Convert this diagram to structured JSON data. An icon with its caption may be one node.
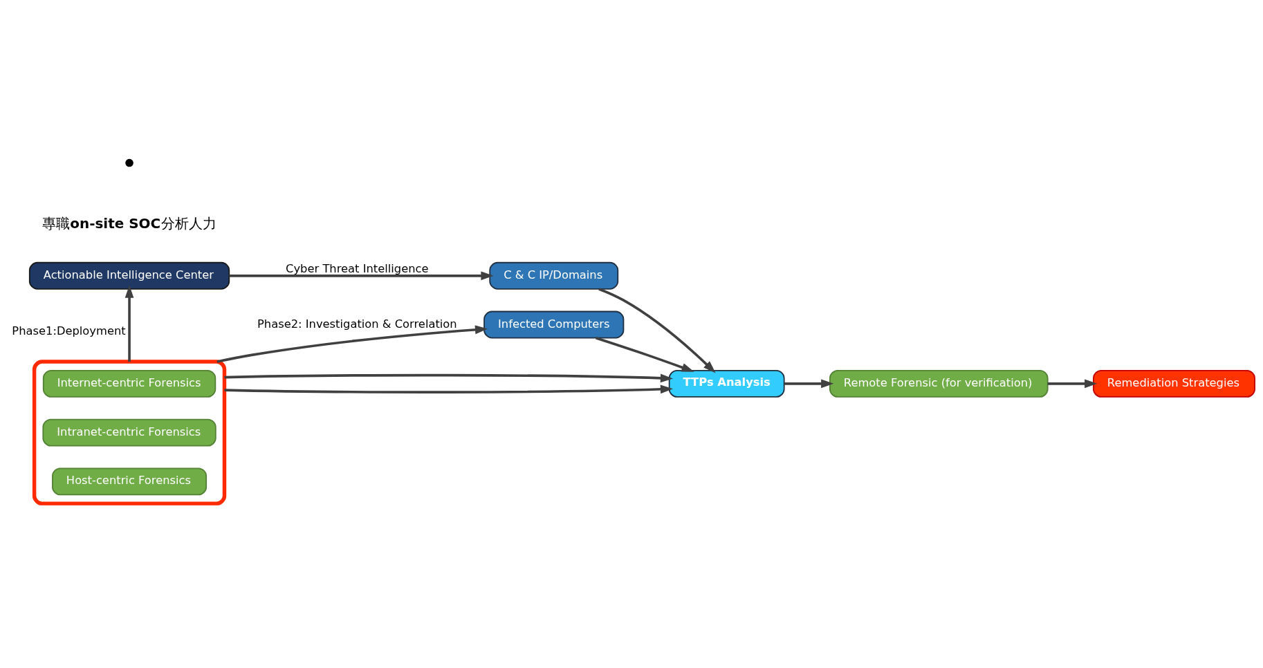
{
  "diagram": {
    "nodes": [
      {
        "text": [
          "Actionable Intelligence Center"
        ]
      },
      {
        "text": [
          "Infected Computers"
        ]
      },
      {
        "text": [
          "C & C IP/Domains"
        ]
      },
      {
        "text": [
          "TTPs Analysis"
        ]
      },
      {
        "text": [
          "Remote Forensic (for verification)"
        ]
      },
      {
        "text": [],
        "shape": "box"
      },
      {
        "text": [
          "Internet-centric Forensics"
        ],
        "in": 5
      },
      {
        "text": [
          "Intranet-centric Forensics"
        ],
        "in": 5
      },
      {
        "text": [
          "Host-centric Forensics"
        ],
        "in": 5
      },
      {
        "text": [
          "Remediation Strategies"
        ]
      }
    ],
    "edges": [
      {
        "from": 5,
        "to": 0,
        "arrow": "to",
        "label": "Phase1:Deployment"
      },
      {
        "from": 5,
        "to": 1,
        "arrow": "to",
        "label": "Phase2: Investigation & Correlation"
      },
      {
        "from": 0,
        "to": 2,
        "arrow": "to",
        "label": "Cyber Threat Intelligence"
      },
      {
        "from": 1,
        "to": 3,
        "arrow": "to"
      },
      {
        "from": 2,
        "to": 3,
        "arrow": "to"
      },
      {
        "from": 5,
        "to": 3,
        "arrow": "to"
      },
      {
        "from": 5,
        "to": 3,
        "arrow": "to"
      },
      {
        "from": 3,
        "to": 4,
        "arrow": "to"
      },
      {
        "from": 4,
        "to": 9,
        "arrow": "to"
      }
    ],
    "labels": [
      "專職**on-site SOC**分析人力"
    ]
  }
}
